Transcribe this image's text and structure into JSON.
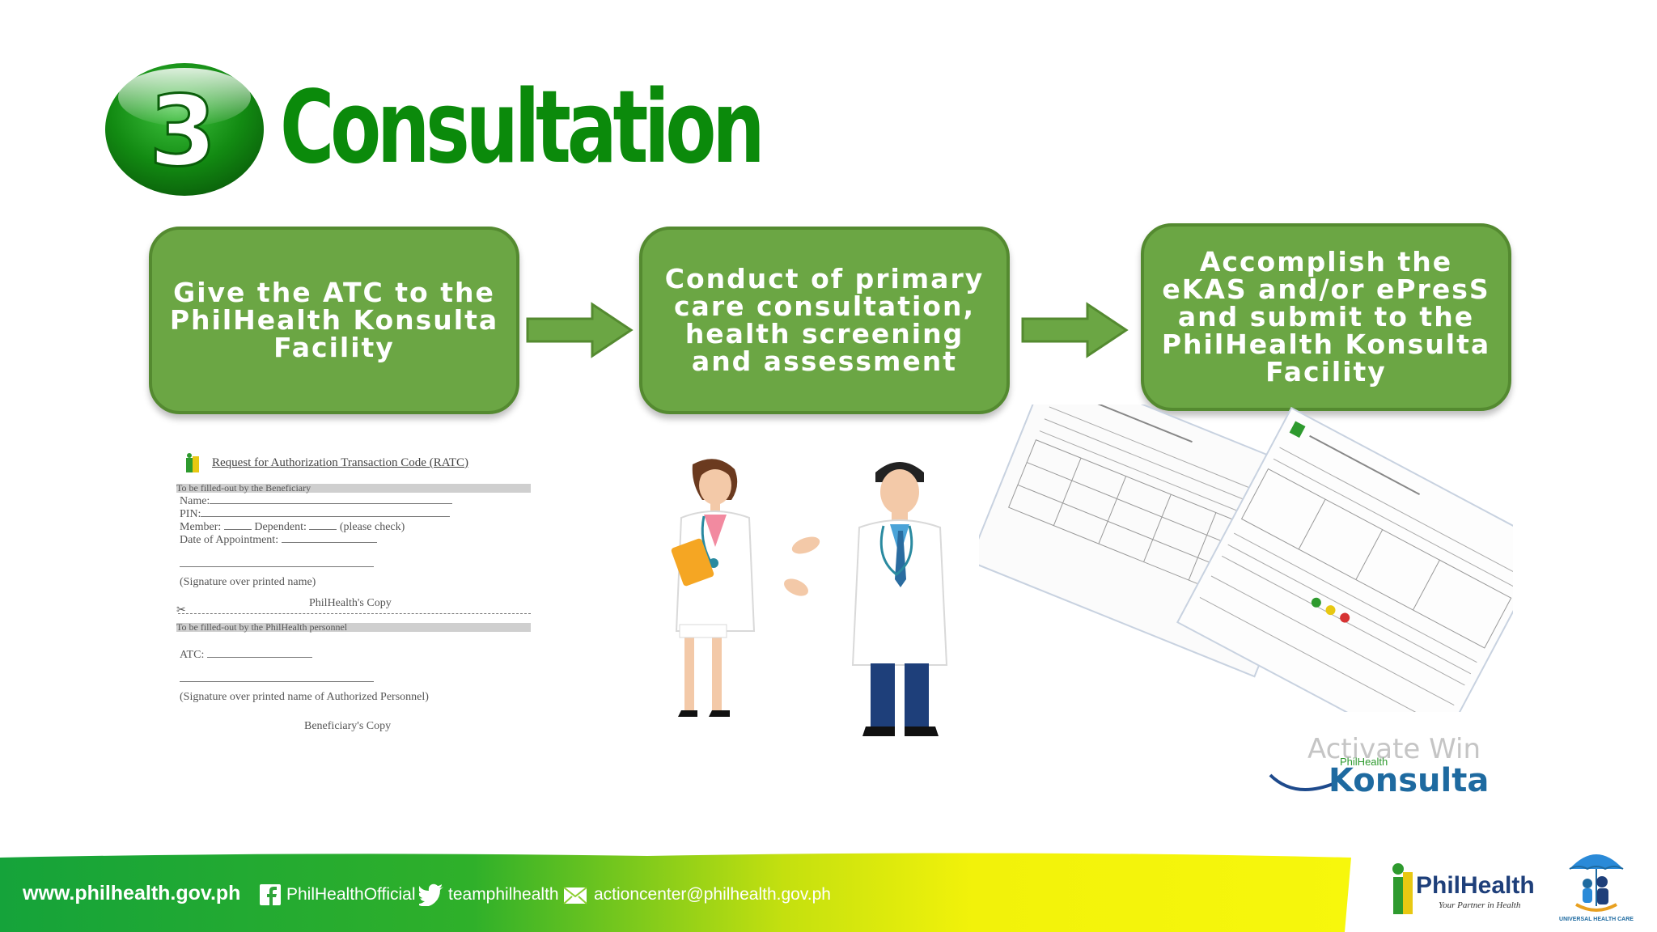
{
  "title": {
    "step_number": "3",
    "text": "Consultation"
  },
  "flow": [
    {
      "label": "Give the ATC to the PhilHealth Konsulta Facility"
    },
    {
      "label": "Conduct of primary care consultation, health screening and assessment"
    },
    {
      "label": "Accomplish the eKAS and/or ePresS and submit to the PhilHealth Konsulta Facility"
    }
  ],
  "ratc_form": {
    "title": "Request for Authorization Transaction Code (RATC)",
    "section_beneficiary": "To be filled-out by the Beneficiary",
    "name_label": "Name:",
    "pin_label": "PIN:",
    "member_label": "Member:",
    "dependent_label": "Dependent:",
    "check_note": "(please check)",
    "appointment_label": "Date of Appointment:",
    "signature_label": "(Signature over printed name)",
    "philhealth_copy": "PhilHealth's Copy",
    "section_personnel": "To be filled-out by the PhilHealth personnel",
    "atc_label": "ATC:",
    "authorized_signature": "(Signature over printed name of Authorized Personnel)",
    "beneficiary_copy": "Beneficiary's Copy"
  },
  "watermark": {
    "activate_text": "Activate Win",
    "konsulta_small": "PhilHealth",
    "konsulta_text": "Konsulta"
  },
  "footer": {
    "url": "www.philhealth.gov.ph",
    "facebook": "PhilHealthOfficial",
    "twitter": "teamphilhealth",
    "email": "actioncenter@philhealth.gov.ph",
    "logo_name": "PhilHealth",
    "logo_tagline": "Your Partner in Health",
    "uhc_label": "UNIVERSAL HEALTH CARE"
  },
  "colors": {
    "title_green": "#0b8a0b",
    "box_green": "#6ba644",
    "footer_green": "#15a33a",
    "footer_yellow": "#f2f20a"
  }
}
